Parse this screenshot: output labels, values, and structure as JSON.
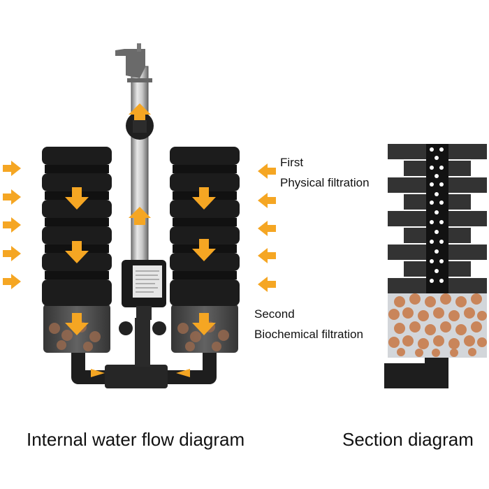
{
  "labels": {
    "first": "First",
    "physical": "Physical filtration",
    "second": "Second",
    "biochemical": "Biochemical filtration"
  },
  "captions": {
    "left": "Internal water flow diagram",
    "right": "Section diagram"
  },
  "colors": {
    "arrow": "#f5a623",
    "sponge": "#1c1c1c",
    "bead": "#c9855a",
    "bead_bg": "#d3d6da"
  },
  "icons": {
    "inflow_arrow": "right-arrow-icon",
    "outflow_arrow": "left-arrow-icon",
    "flow_arrow": "down-arrow-icon"
  }
}
